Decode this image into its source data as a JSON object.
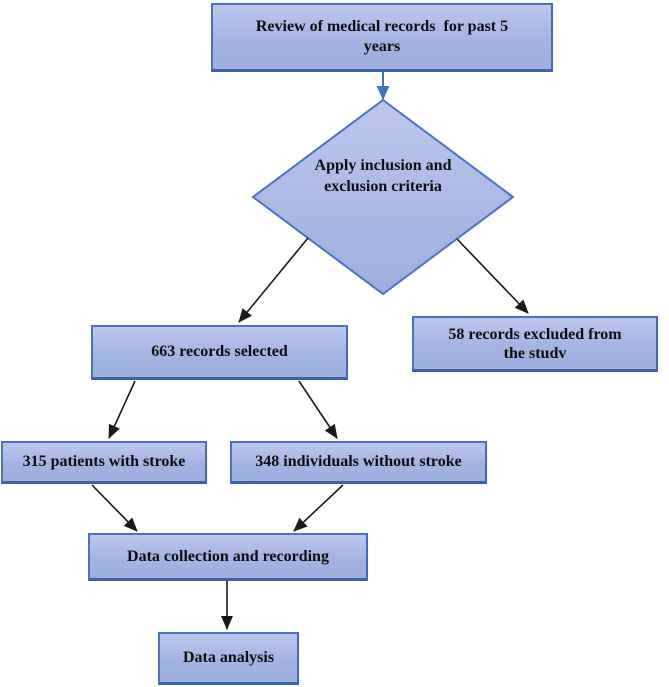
{
  "colors": {
    "background": "#ffffff",
    "node_fill_top": "#bcc7ed",
    "node_fill_bottom": "#9cafde",
    "node_border": "#4a72c4",
    "node_border_dark": "#3b61ab",
    "connector_blue": "#4472c4",
    "connector_black": "#1a1a1a",
    "text": "#0d0d0d"
  },
  "flowchart": {
    "review": {
      "lines": [
        "Review of medical records  for past 5",
        "years"
      ]
    },
    "criteria": {
      "lines": [
        "Apply",
        "inclusion and",
        "exclusion",
        "criteria"
      ]
    },
    "selected": {
      "label": "663 records selected"
    },
    "excluded": {
      "lines": [
        "58 records excluded from",
        "the studv"
      ]
    },
    "with_stroke": {
      "label": "315 patients with stroke"
    },
    "without_stroke": {
      "label": "348 individuals without stroke"
    },
    "collection": {
      "label": "Data collection and recording"
    },
    "analysis": {
      "label": "Data analysis"
    }
  }
}
